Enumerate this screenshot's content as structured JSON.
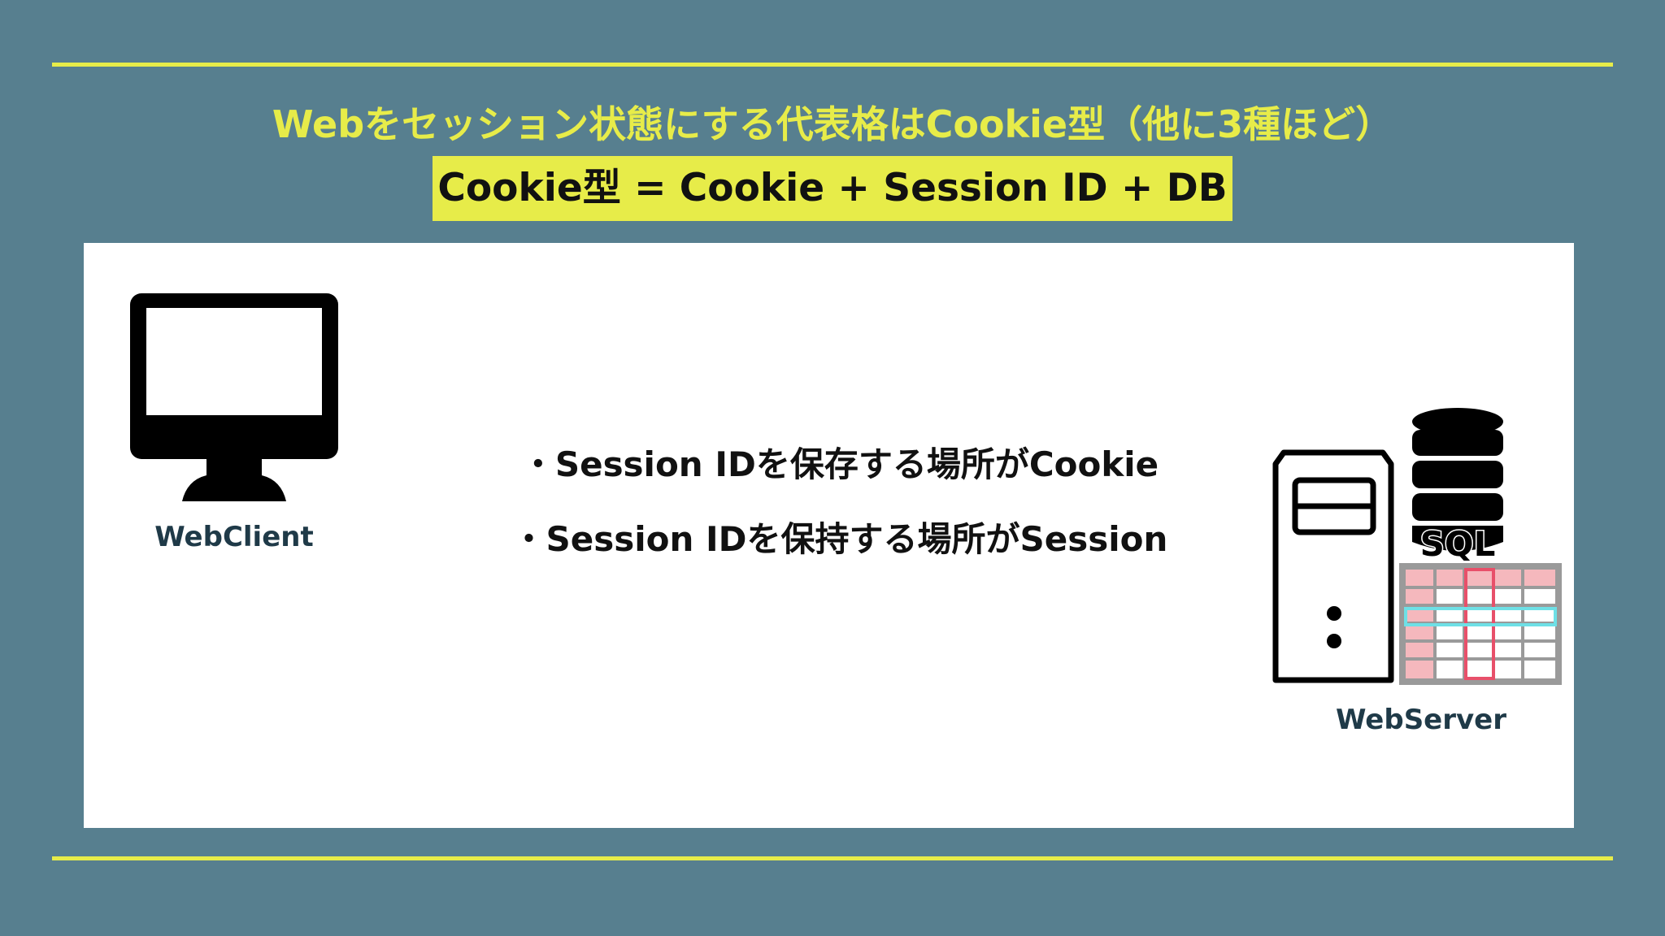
{
  "title": "Webをセッション状態にする代表格はCookie型（他に3種ほど）",
  "formula": "Cookie型 = Cookie + Session ID + DB",
  "client": {
    "label": "WebClient",
    "icon": "desktop-monitor-icon"
  },
  "server": {
    "label": "WebServer",
    "icon": "server-tower-icon",
    "db_icon": "database-icon",
    "db_label": "SQL",
    "table_icon": "table-icon"
  },
  "bullets": [
    "・Session IDを保存する場所がCookie",
    "・Session IDを保持する場所がSession"
  ],
  "colors": {
    "background": "#577f8f",
    "accent": "#e7ec49",
    "panel": "#ffffff",
    "label": "#1f3a48"
  }
}
